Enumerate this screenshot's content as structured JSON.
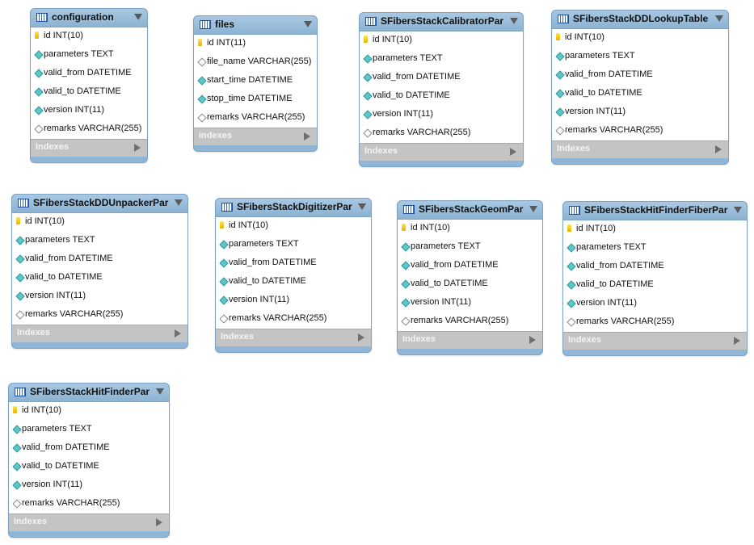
{
  "indexes_label": "Indexes",
  "tables": [
    {
      "name": "configuration",
      "columns": [
        {
          "text": "id INT(10)",
          "icon": "key-icon"
        },
        {
          "text": "parameters TEXT",
          "icon": "diamond-filled-icon"
        },
        {
          "text": "valid_from DATETIME",
          "icon": "diamond-filled-icon"
        },
        {
          "text": "valid_to DATETIME",
          "icon": "diamond-filled-icon"
        },
        {
          "text": "version INT(11)",
          "icon": "diamond-filled-icon"
        },
        {
          "text": "remarks VARCHAR(255)",
          "icon": "diamond-hollow-icon"
        }
      ]
    },
    {
      "name": "files",
      "columns": [
        {
          "text": "id INT(11)",
          "icon": "key-icon"
        },
        {
          "text": "file_name VARCHAR(255)",
          "icon": "diamond-hollow-icon"
        },
        {
          "text": "start_time DATETIME",
          "icon": "diamond-filled-icon"
        },
        {
          "text": "stop_time DATETIME",
          "icon": "diamond-filled-icon"
        },
        {
          "text": "remarks VARCHAR(255)",
          "icon": "diamond-hollow-icon"
        }
      ]
    },
    {
      "name": "SFibersStackCalibratorPar",
      "columns": [
        {
          "text": "id INT(10)",
          "icon": "key-icon"
        },
        {
          "text": "parameters TEXT",
          "icon": "diamond-filled-icon"
        },
        {
          "text": "valid_from DATETIME",
          "icon": "diamond-filled-icon"
        },
        {
          "text": "valid_to DATETIME",
          "icon": "diamond-filled-icon"
        },
        {
          "text": "version INT(11)",
          "icon": "diamond-filled-icon"
        },
        {
          "text": "remarks VARCHAR(255)",
          "icon": "diamond-hollow-icon"
        }
      ]
    },
    {
      "name": "SFibersStackDDLookupTable",
      "columns": [
        {
          "text": "id INT(10)",
          "icon": "key-icon"
        },
        {
          "text": "parameters TEXT",
          "icon": "diamond-filled-icon"
        },
        {
          "text": "valid_from DATETIME",
          "icon": "diamond-filled-icon"
        },
        {
          "text": "valid_to DATETIME",
          "icon": "diamond-filled-icon"
        },
        {
          "text": "version INT(11)",
          "icon": "diamond-filled-icon"
        },
        {
          "text": "remarks VARCHAR(255)",
          "icon": "diamond-hollow-icon"
        }
      ]
    },
    {
      "name": "SFibersStackDDUnpackerPar",
      "columns": [
        {
          "text": "id INT(10)",
          "icon": "key-icon"
        },
        {
          "text": "parameters TEXT",
          "icon": "diamond-filled-icon"
        },
        {
          "text": "valid_from DATETIME",
          "icon": "diamond-filled-icon"
        },
        {
          "text": "valid_to DATETIME",
          "icon": "diamond-filled-icon"
        },
        {
          "text": "version INT(11)",
          "icon": "diamond-filled-icon"
        },
        {
          "text": "remarks VARCHAR(255)",
          "icon": "diamond-hollow-icon"
        }
      ]
    },
    {
      "name": "SFibersStackDigitizerPar",
      "columns": [
        {
          "text": "id INT(10)",
          "icon": "key-icon"
        },
        {
          "text": "parameters TEXT",
          "icon": "diamond-filled-icon"
        },
        {
          "text": "valid_from DATETIME",
          "icon": "diamond-filled-icon"
        },
        {
          "text": "valid_to DATETIME",
          "icon": "diamond-filled-icon"
        },
        {
          "text": "version INT(11)",
          "icon": "diamond-filled-icon"
        },
        {
          "text": "remarks VARCHAR(255)",
          "icon": "diamond-hollow-icon"
        }
      ]
    },
    {
      "name": "SFibersStackGeomPar",
      "columns": [
        {
          "text": "id INT(10)",
          "icon": "key-icon"
        },
        {
          "text": "parameters TEXT",
          "icon": "diamond-filled-icon"
        },
        {
          "text": "valid_from DATETIME",
          "icon": "diamond-filled-icon"
        },
        {
          "text": "valid_to DATETIME",
          "icon": "diamond-filled-icon"
        },
        {
          "text": "version INT(11)",
          "icon": "diamond-filled-icon"
        },
        {
          "text": "remarks VARCHAR(255)",
          "icon": "diamond-hollow-icon"
        }
      ]
    },
    {
      "name": "SFibersStackHitFinderFiberPar",
      "columns": [
        {
          "text": "id INT(10)",
          "icon": "key-icon"
        },
        {
          "text": "parameters TEXT",
          "icon": "diamond-filled-icon"
        },
        {
          "text": "valid_from DATETIME",
          "icon": "diamond-filled-icon"
        },
        {
          "text": "valid_to DATETIME",
          "icon": "diamond-filled-icon"
        },
        {
          "text": "version INT(11)",
          "icon": "diamond-filled-icon"
        },
        {
          "text": "remarks VARCHAR(255)",
          "icon": "diamond-hollow-icon"
        }
      ]
    },
    {
      "name": "SFibersStackHitFinderPar",
      "columns": [
        {
          "text": "id INT(10)",
          "icon": "key-icon"
        },
        {
          "text": "parameters TEXT",
          "icon": "diamond-filled-icon"
        },
        {
          "text": "valid_from DATETIME",
          "icon": "diamond-filled-icon"
        },
        {
          "text": "valid_to DATETIME",
          "icon": "diamond-filled-icon"
        },
        {
          "text": "version INT(11)",
          "icon": "diamond-filled-icon"
        },
        {
          "text": "remarks VARCHAR(255)",
          "icon": "diamond-hollow-icon"
        }
      ]
    }
  ]
}
